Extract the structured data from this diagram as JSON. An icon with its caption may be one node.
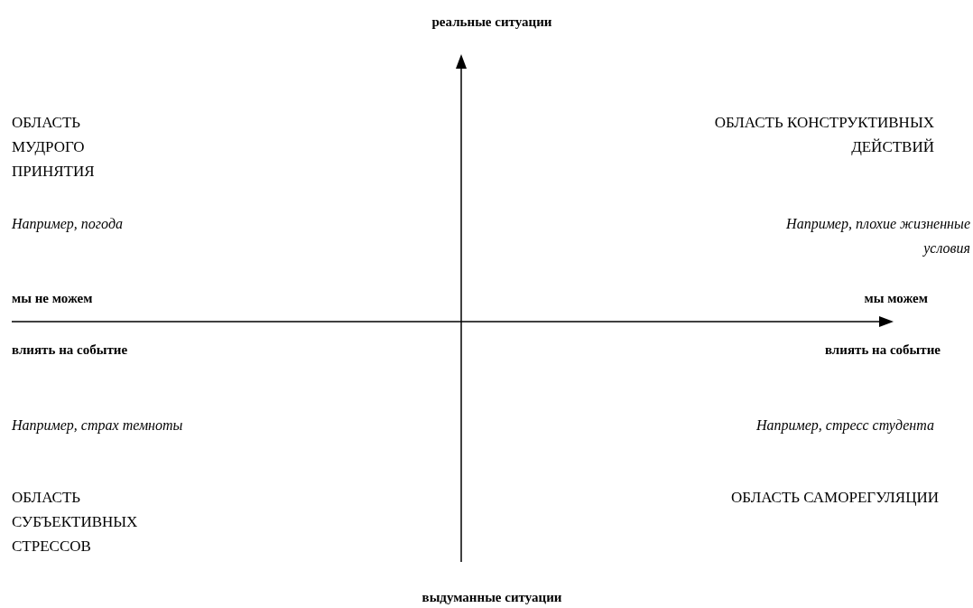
{
  "diagram": {
    "labels": [
      "реальные ситуации",
      "ОБЛАСТЬ МУДРОГО ПРИНЯТИЯ",
      "ОБЛАСТЬ КОНСТРУКТИВНЫХ ДЕЙСТВИЙ",
      "Например, погода",
      "Например, плохие жизненные условия",
      "мы не можем",
      "мы можем",
      "влиять на событие",
      "влиять на событие",
      "Например, страх темноты",
      "Например, стресс студента",
      "ОБЛАСТЬ СУБЪЕКТИВНЫХ СТРЕССОВ",
      "ОБЛАСТЬ САМОРЕГУЛЯЦИИ",
      "выдуманные ситуации"
    ]
  }
}
